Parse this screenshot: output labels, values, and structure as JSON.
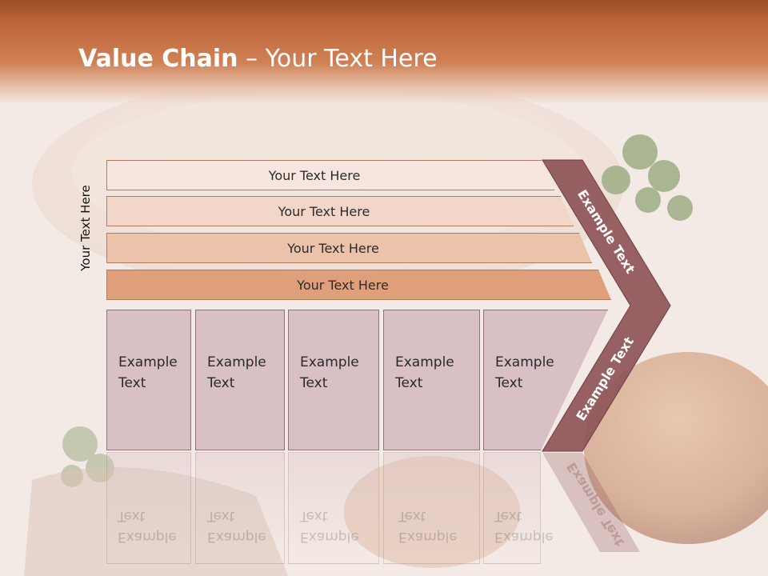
{
  "title": {
    "bold": "Value Chain",
    "rest": " – Your Text Here"
  },
  "side_label": "Your Text Here",
  "bands": [
    "Your Text Here",
    "Your Text Here",
    "Your Text Here",
    "Your Text Here"
  ],
  "columns": [
    "Example\nText",
    "Example\nText",
    "Example\nText",
    "Example\nText",
    "Example\nText"
  ],
  "chevron": {
    "top_label": "Example Text",
    "bottom_label": "Example Text"
  },
  "colors": {
    "header": "#c0683c",
    "band1": "#f6e6df",
    "band2": "#f2d7c9",
    "band3": "#ebc3ab",
    "band4": "#df9f7b",
    "column": "#d6bec2",
    "chevron": "#8e5558"
  }
}
